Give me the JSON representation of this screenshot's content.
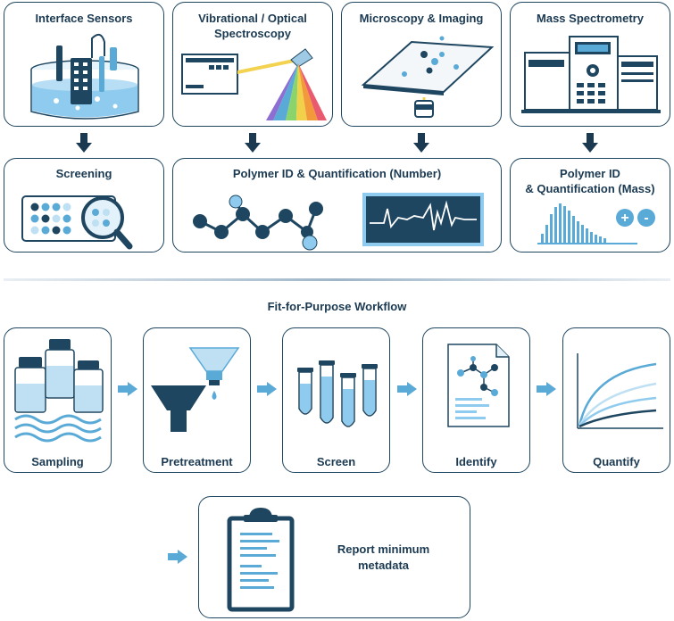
{
  "techniques": [
    {
      "label": "Interface Sensors"
    },
    {
      "label": "Vibrational / Optical Spectroscopy"
    },
    {
      "label": "Microscopy & Imaging"
    },
    {
      "label": "Mass Spectrometry"
    }
  ],
  "outcomes": [
    {
      "label": "Screening"
    },
    {
      "label": "Polymer ID & Quantification (Number)"
    },
    {
      "label_line1": "Polymer ID",
      "label_line2": "& Quantification (Mass)"
    }
  ],
  "workflow": {
    "title": "Fit-for-Purpose Workflow",
    "steps": [
      {
        "label": "Sampling"
      },
      {
        "label": "Pretreatment"
      },
      {
        "label": "Screen"
      },
      {
        "label": "Identify"
      },
      {
        "label": "Quantify"
      }
    ],
    "report": {
      "line1": "Report minimum",
      "line2": "metadata"
    }
  },
  "icons": {
    "ion_plus": "+",
    "ion_minus": "-"
  },
  "colors": {
    "dark_navy": "#1f4660",
    "accent_blue": "#5aaad8",
    "light_blue": "#bfe0f2",
    "pale_blue": "#e3f1fa"
  }
}
